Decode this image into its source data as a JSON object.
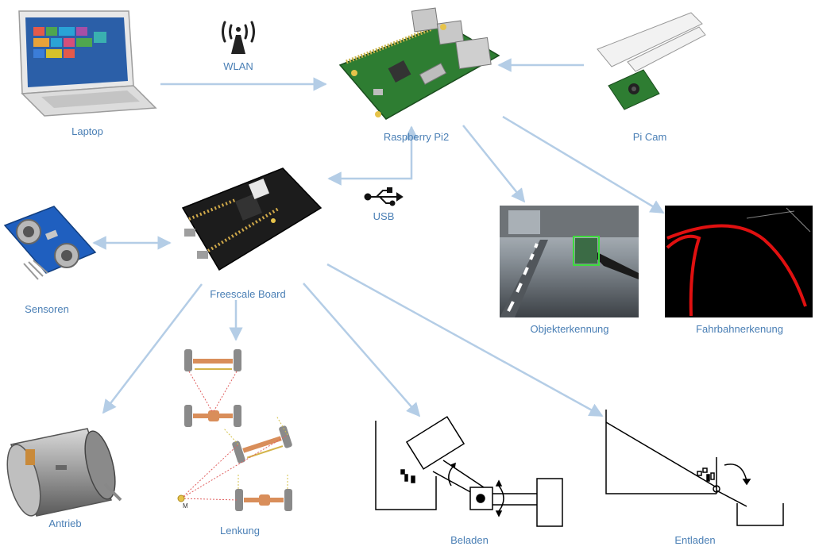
{
  "labels": {
    "wlan": "WLAN",
    "laptop": "Laptop",
    "raspberry": "Raspberry Pi2",
    "picam": "Pi Cam",
    "usb": "USB",
    "sensoren": "Sensoren",
    "freescale": "Freescale Board",
    "objekterkennung": "Objekterkennung",
    "fahrbahnerkenung": "Fahrbahnerkenung",
    "antrieb": "Antrieb",
    "lenkung": "Lenkung",
    "beladen": "Beladen",
    "entladen": "Entladen",
    "lenkung_point": "M"
  },
  "colors": {
    "arrow": "#b4cde6",
    "label": "#4a7fb5",
    "board_pcb": "#1c1c1c",
    "rpi_pcb": "#2e7d32",
    "lane_line": "#e01010",
    "detection_box": "#3ddc3d"
  },
  "icons": [
    "laptop-icon",
    "wifi-icon",
    "raspberry-pi-icon",
    "camera-icon",
    "usb-icon",
    "ultrasonic-sensor-icon",
    "freescale-board-icon",
    "motor-icon",
    "steering-diagram-icon",
    "loading-diagram-icon",
    "unloading-diagram-icon"
  ]
}
